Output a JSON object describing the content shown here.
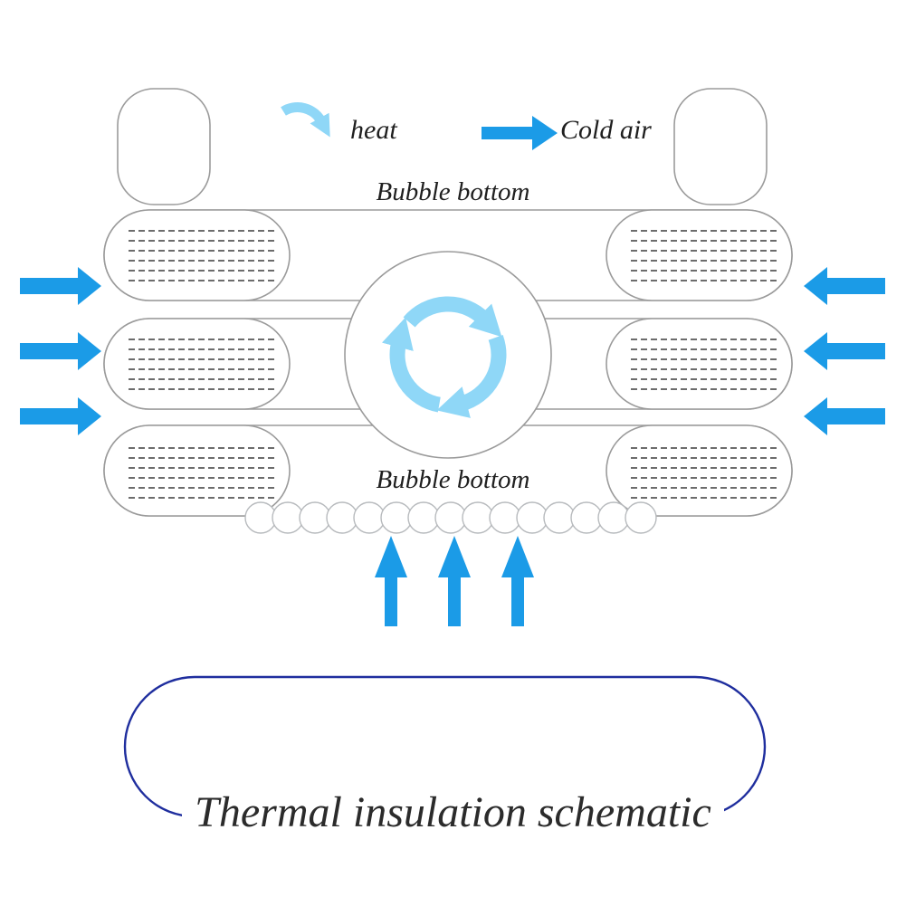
{
  "legend": {
    "heat_label": "heat",
    "cold_air_label": "Cold air"
  },
  "labels": {
    "bubble_bottom_top": "Bubble bottom",
    "bubble_bottom_lower": "Bubble bottom"
  },
  "title": "Thermal insulation schematic",
  "colors": {
    "cold_arrow": "#1b9be7",
    "heat_arrow": "#8fd7f7",
    "outline": "#9b9b9b",
    "dash_line": "#3c3c3c",
    "bubble_outline": "#b7babd",
    "frame_navy": "#1f2e9e",
    "text_dark": "#1f1f1f"
  },
  "icons": {
    "heat_cycle": "circular-recycle-arrows",
    "heat_legend": "curved-arrow",
    "cold_air_legend": "straight-right-arrow",
    "side_arrows": "cold-air-inflow-arrows",
    "bottom_arrows": "upward-heat-arrows"
  }
}
